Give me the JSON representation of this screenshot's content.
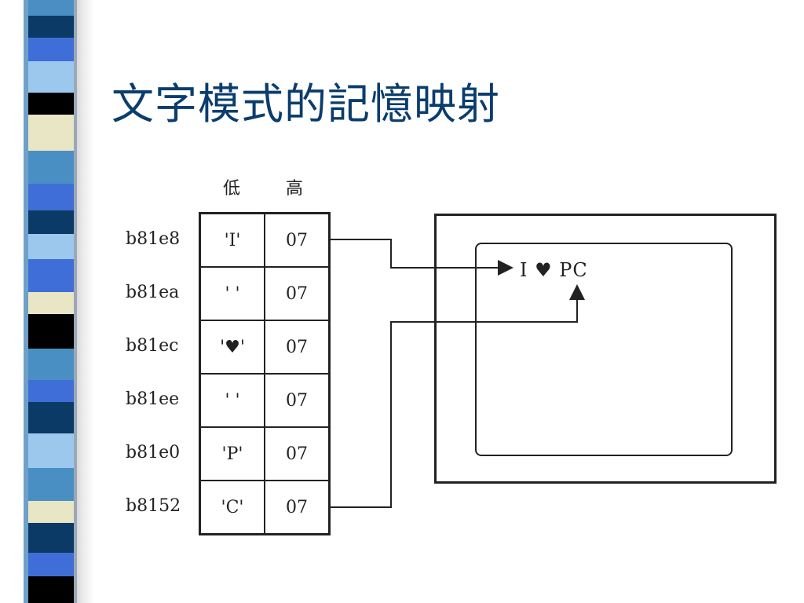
{
  "title": "文字模式的記憶映射",
  "columns": {
    "low": "低",
    "high": "高"
  },
  "memory": [
    {
      "address": "b81e8",
      "char": "'I'",
      "attr": "07"
    },
    {
      "address": "b81ea",
      "char": "' '",
      "attr": "07"
    },
    {
      "address": "b81ec",
      "char": "'♥'",
      "attr": "07"
    },
    {
      "address": "b81ee",
      "char": "' '",
      "attr": "07"
    },
    {
      "address": "b81e0",
      "char": "'P'",
      "attr": "07"
    },
    {
      "address": "b8152",
      "char": "'C'",
      "attr": "07"
    }
  ],
  "screen": {
    "text": "I ♥ PC"
  },
  "colors": {
    "title": "#0a3d6e",
    "ink": "#222222",
    "stripe_dark": "#0b3a66",
    "stripe_mid": "#4a8fc4",
    "stripe_light": "#9cc8ee",
    "stripe_cream": "#e8e6c4",
    "stripe_black": "#000000",
    "stripe_blue": "#3f6ed8"
  },
  "icons": {
    "heart": "heart-icon",
    "arrow": "arrow-icon"
  }
}
